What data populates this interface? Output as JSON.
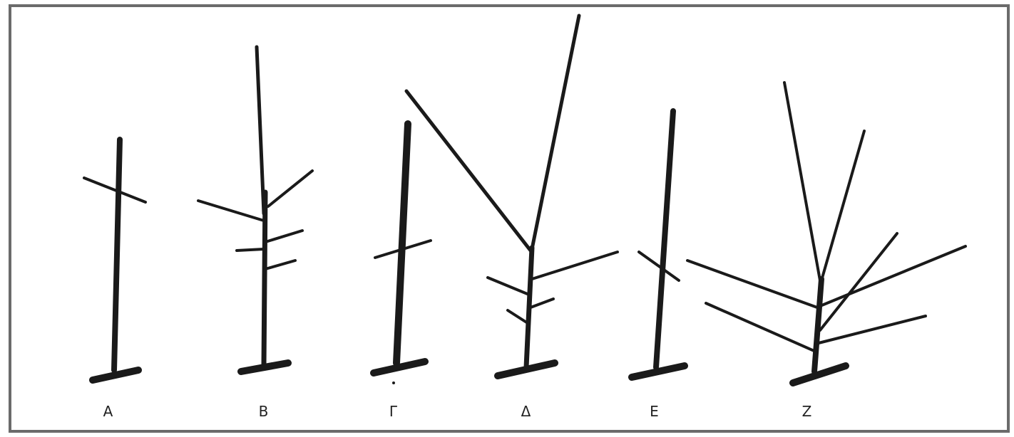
{
  "labels": [
    "Α",
    "Β",
    "Γ",
    "Δ",
    "Ε",
    "Ζ"
  ],
  "colors": {
    "stroke": "#1a1a1a",
    "border": "#6b6b6b",
    "background": "#ffffff"
  }
}
